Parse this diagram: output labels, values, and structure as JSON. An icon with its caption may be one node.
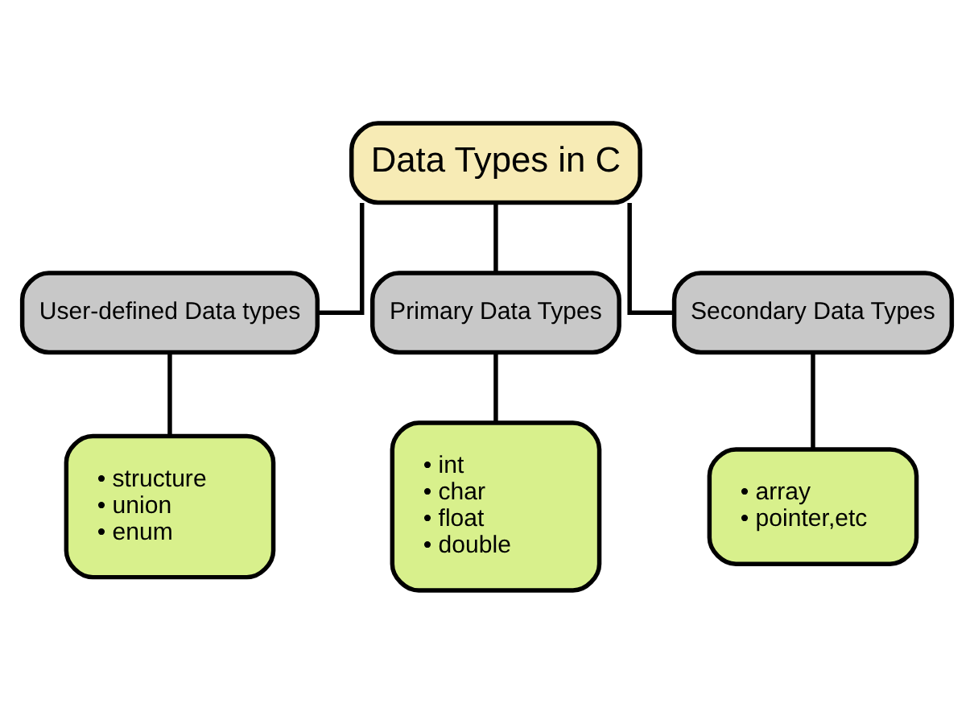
{
  "diagram": {
    "nodes": [
      {
        "text": [
          "Data Types in C"
        ]
      },
      {
        "text": [
          "User-defined Data types"
        ]
      },
      {
        "text": [
          "Primary Data Types"
        ]
      },
      {
        "text": [
          "Secondary Data Types"
        ]
      },
      {
        "text": [
          "• structure",
          "• union",
          "• enum"
        ]
      },
      {
        "text": [
          "• int",
          "• char",
          "• float",
          "• double"
        ]
      },
      {
        "text": [
          "• array",
          "• pointer,etc"
        ]
      }
    ],
    "edges": [
      {
        "from": 0,
        "to": 1,
        "arrow": "none"
      },
      {
        "from": 0,
        "to": 2,
        "arrow": "none"
      },
      {
        "from": 0,
        "to": 3,
        "arrow": "none"
      },
      {
        "from": 1,
        "to": 4,
        "arrow": "none"
      },
      {
        "from": 2,
        "to": 5,
        "arrow": "none"
      },
      {
        "from": 3,
        "to": 6,
        "arrow": "none"
      }
    ]
  }
}
